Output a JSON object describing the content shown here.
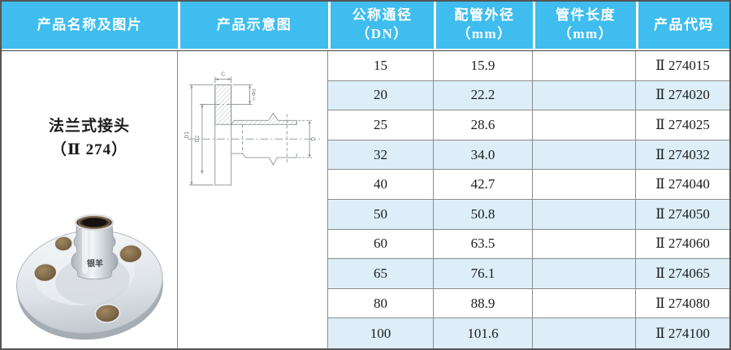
{
  "columns": [
    {
      "label": "产品名称及图片"
    },
    {
      "label": "产品示意图"
    },
    {
      "label": "公称通径",
      "unit": "（DN）"
    },
    {
      "label": "配管外径",
      "unit": "（mm）"
    },
    {
      "label": "管件长度",
      "unit": "（mm）"
    },
    {
      "label": "产品代码"
    }
  ],
  "product": {
    "name": "法兰式接头",
    "series_code": "（Ⅱ 274）",
    "brand_mark": "银羊"
  },
  "diagram_labels": {
    "c": "C",
    "holes": "n-Φd",
    "d1": "D1",
    "d2": "D2",
    "d": "D"
  },
  "rows": [
    {
      "dn": "15",
      "od": "15.9",
      "len": "",
      "code": "Ⅱ 274015"
    },
    {
      "dn": "20",
      "od": "22.2",
      "len": "",
      "code": "Ⅱ 274020"
    },
    {
      "dn": "25",
      "od": "28.6",
      "len": "",
      "code": "Ⅱ 274025"
    },
    {
      "dn": "32",
      "od": "34.0",
      "len": "",
      "code": "Ⅱ 274032"
    },
    {
      "dn": "40",
      "od": "42.7",
      "len": "",
      "code": "Ⅱ 274040"
    },
    {
      "dn": "50",
      "od": "50.8",
      "len": "",
      "code": "Ⅱ 274050"
    },
    {
      "dn": "60",
      "od": "63.5",
      "len": "",
      "code": "Ⅱ 274060"
    },
    {
      "dn": "65",
      "od": "76.1",
      "len": "",
      "code": "Ⅱ 274065"
    },
    {
      "dn": "80",
      "od": "88.9",
      "len": "",
      "code": "Ⅱ 274080"
    },
    {
      "dn": "100",
      "od": "101.6",
      "len": "",
      "code": "Ⅱ 274100"
    }
  ],
  "colors": {
    "header_bg": "#3fbdee",
    "header_text": "#ffffff",
    "row_alt_bg": "#ddeef9",
    "grid_line": "#8c8c8c",
    "outer_border": "#555555",
    "text": "#1c1c1c"
  }
}
